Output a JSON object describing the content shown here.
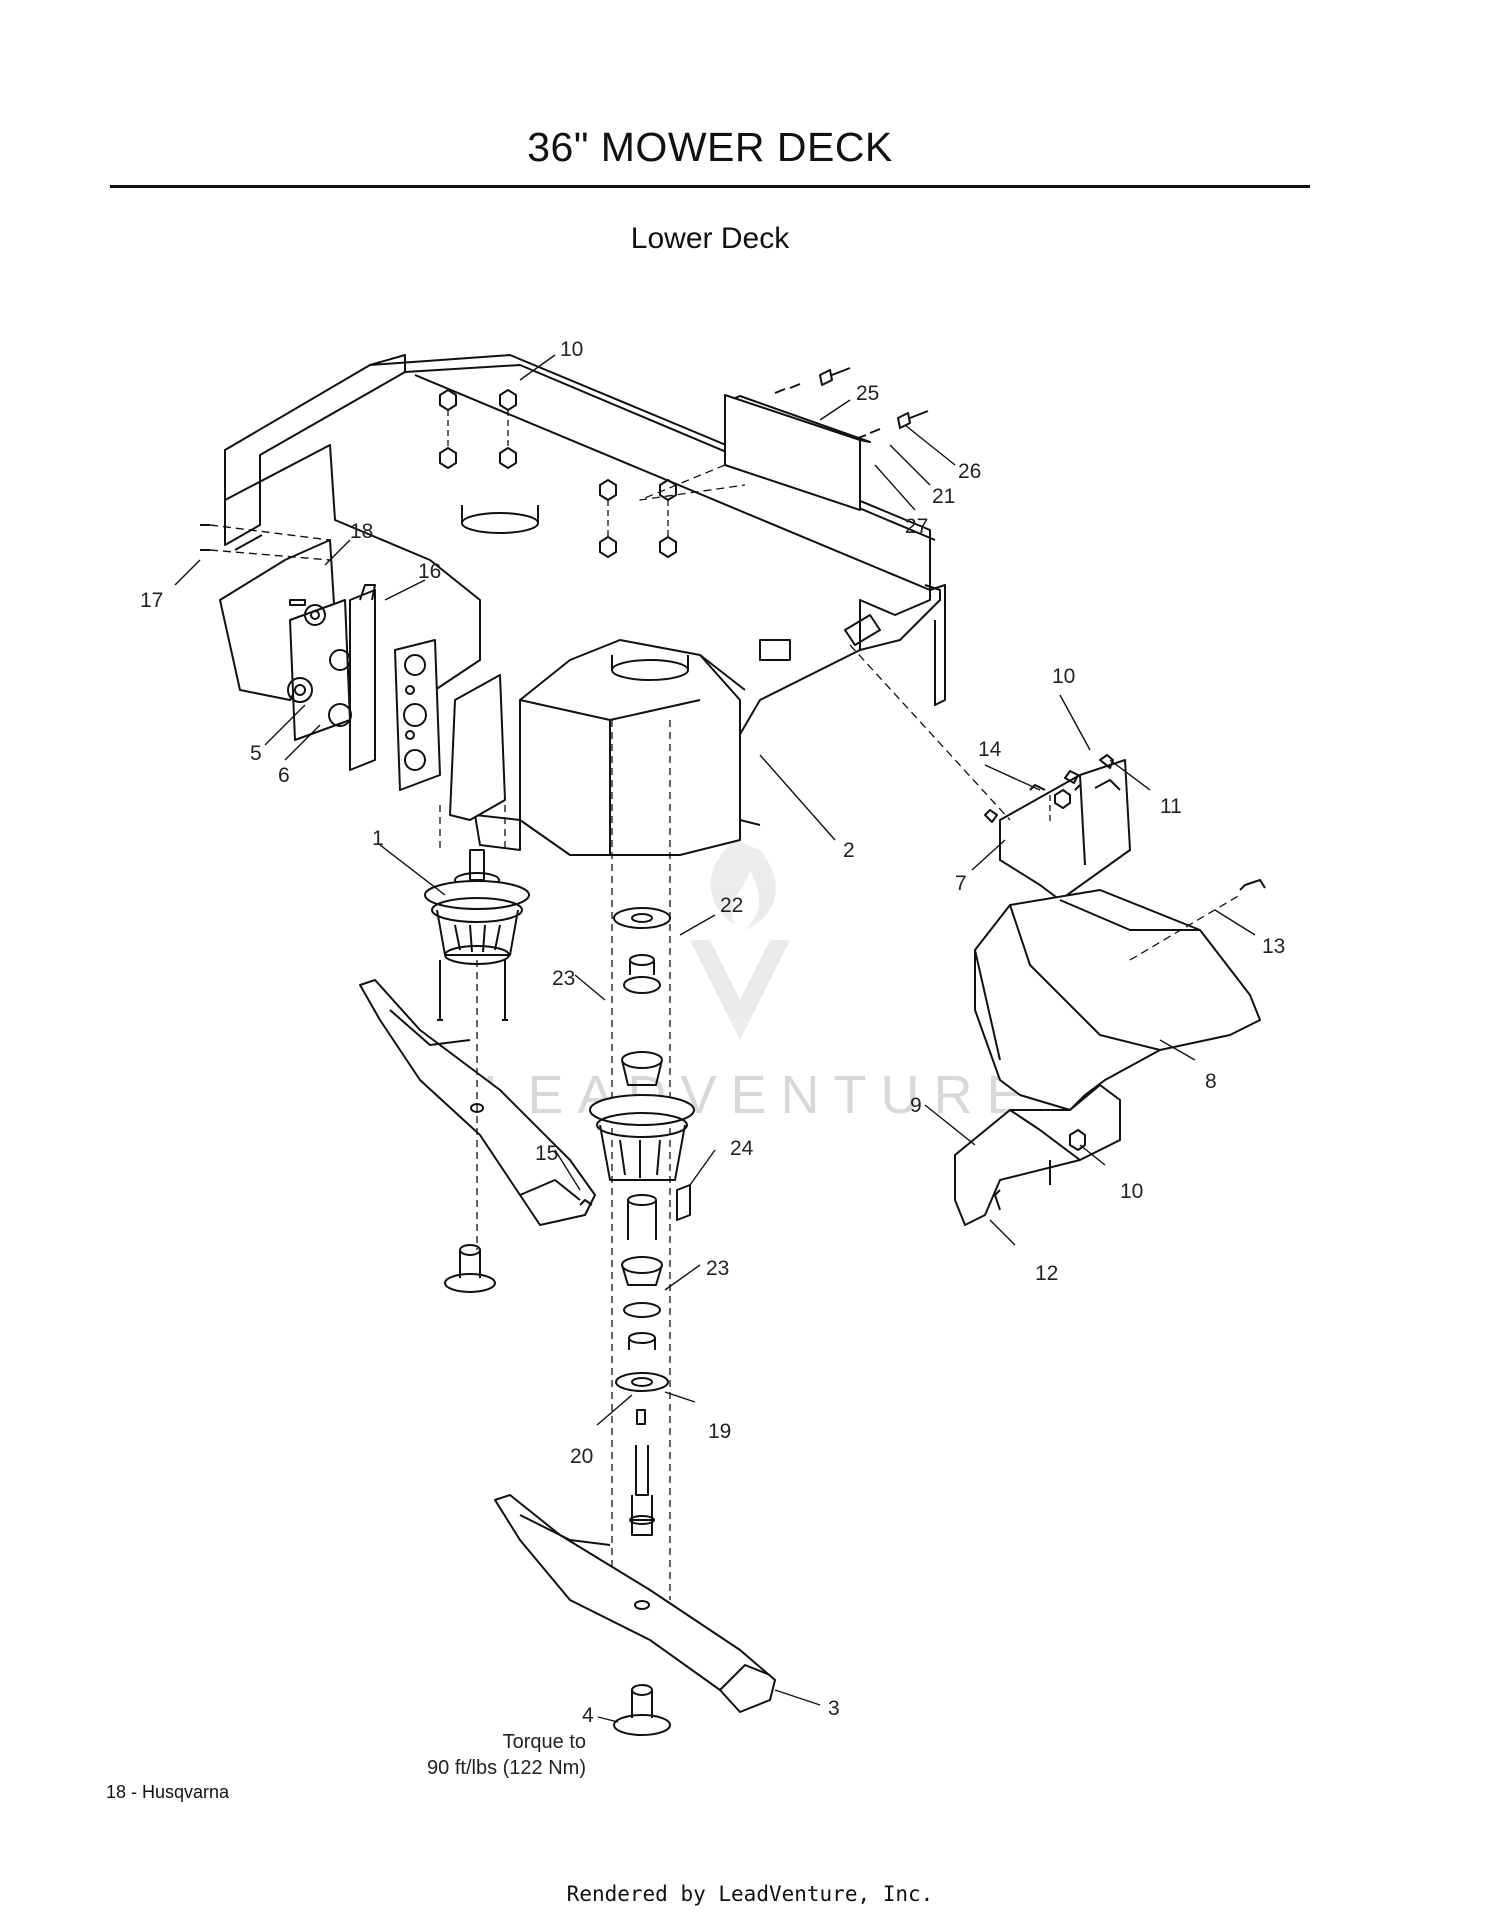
{
  "title": "36\" MOWER DECK",
  "subtitle": "Lower Deck",
  "watermark": "LEADVENTURE",
  "callouts": [
    "10",
    "25",
    "26",
    "21",
    "27",
    "18",
    "16",
    "17",
    "5",
    "6",
    "2",
    "10",
    "14",
    "11",
    "7",
    "1",
    "22",
    "13",
    "23",
    "8",
    "9",
    "15",
    "24",
    "10",
    "12",
    "23",
    "19",
    "20",
    "3",
    "4"
  ],
  "torque_note": {
    "line1": "Torque to",
    "line2": "90 ft/lbs (122 Nm)"
  },
  "footer": {
    "page": "18 - Husqvarna",
    "rendered_by": "Rendered by LeadVenture, Inc."
  }
}
